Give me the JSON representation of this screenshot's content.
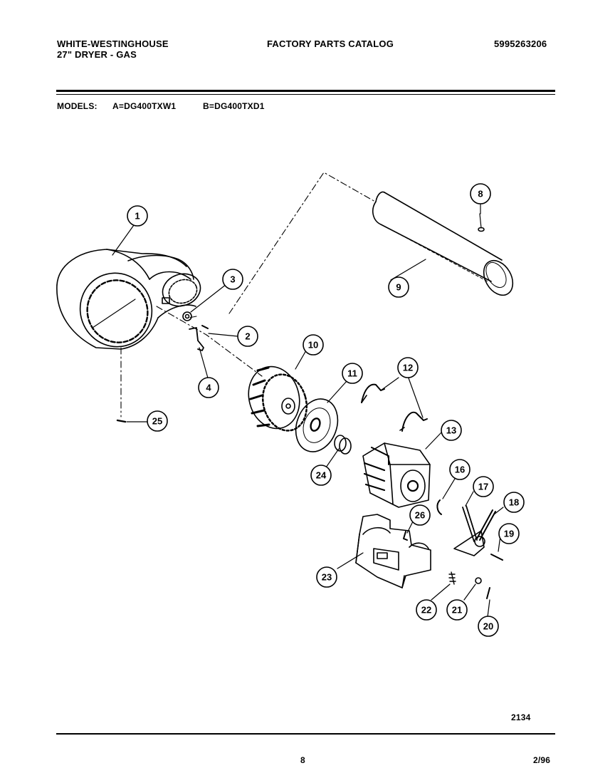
{
  "header": {
    "brand": "WHITE-WESTINGHOUSE",
    "product": "27\" DRYER - GAS",
    "catalog_title": "FACTORY PARTS CATALOG",
    "catalog_number": "5995263206"
  },
  "models": {
    "label": "MODELS:",
    "a": "A=DG400TXW1",
    "b": "B=DG400TXD1"
  },
  "callouts": [
    "1",
    "2",
    "3",
    "4",
    "8",
    "9",
    "10",
    "11",
    "12",
    "13",
    "16",
    "17",
    "18",
    "19",
    "20",
    "21",
    "22",
    "23",
    "24",
    "25",
    "26"
  ],
  "figure_number": "2134",
  "footer": {
    "page": "8",
    "date": "2/96"
  }
}
